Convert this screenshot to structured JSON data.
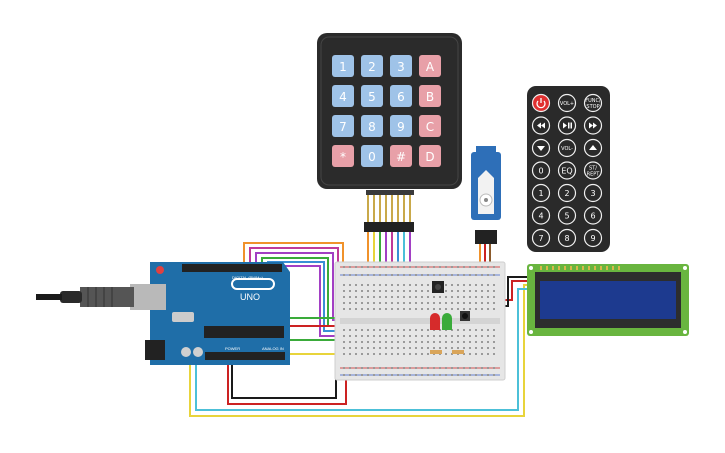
{
  "keypad": {
    "rows": [
      [
        "1",
        "2",
        "3",
        "A"
      ],
      [
        "4",
        "5",
        "6",
        "B"
      ],
      [
        "7",
        "8",
        "9",
        "C"
      ],
      [
        "*",
        "0",
        "#",
        "D"
      ]
    ]
  },
  "remote": {
    "rows": [
      [
        "power",
        "VOL+",
        "FUNC/\nSTOP"
      ],
      [
        "prev",
        "play-pause",
        "next"
      ],
      [
        "down",
        "VOL-",
        "up"
      ],
      [
        "0",
        "EQ",
        "ST/\nREPT"
      ],
      [
        "1",
        "2",
        "3"
      ],
      [
        "4",
        "5",
        "6"
      ],
      [
        "7",
        "8",
        "9"
      ]
    ]
  },
  "arduino": {
    "logo": "UNO",
    "digital_label": "DIGITAL (PWM~)",
    "power_label": "POWER",
    "analog_label": "ANALOG IN"
  },
  "colors": {
    "board": "#1f6ea8",
    "breadboard": "#e6e6e6",
    "keypad_body": "#2b2b2b",
    "key_blue": "#9fc3e8",
    "key_pink": "#e8a0a8",
    "remote_body": "#2a2a2a",
    "lcd_frame": "#69b53f",
    "lcd_screen": "#1d3a8f",
    "servo": "#2e6fb8",
    "wire_orange": "#f0922b",
    "wire_purple": "#a23fc4",
    "wire_green": "#3aab3a",
    "wire_yellow": "#e8d43b",
    "wire_red": "#cc2222",
    "wire_black": "#1a1a1a",
    "wire_blue": "#3a8fd6",
    "wire_cyan": "#4cc0d8",
    "wire_magenta": "#c0399a"
  }
}
